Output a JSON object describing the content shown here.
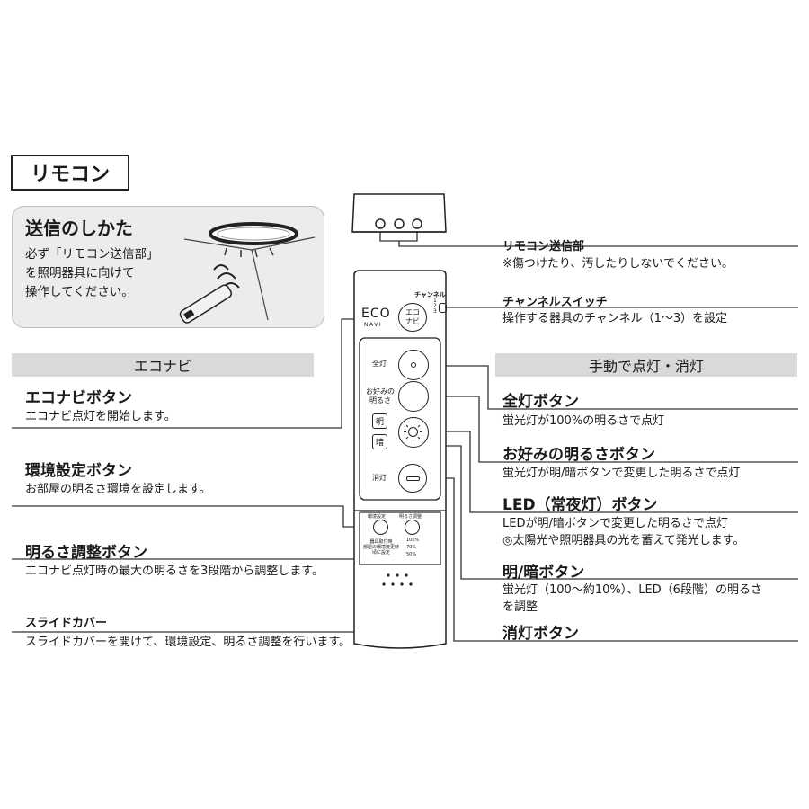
{
  "title": "リモコン",
  "how_to": {
    "title": "送信のしかた",
    "text": "必ず「リモコン送信部」\nを照明器具に向けて\n操作してください。"
  },
  "sections": {
    "left": "エコナビ",
    "right": "手動で点灯・消灯"
  },
  "callouts": {
    "transmitter": {
      "title": "リモコン送信部",
      "desc": "※傷つけたり、汚したりしないでください。"
    },
    "channel": {
      "title": "チャンネルスイッチ",
      "desc": "操作する器具のチャンネル（1〜3）を設定"
    },
    "econavi": {
      "title": "エコナビボタン",
      "desc": "エコナビ点灯を開始します。"
    },
    "env": {
      "title": "環境設定ボタン",
      "desc": "お部屋の明るさ環境を設定します。"
    },
    "brightness": {
      "title": "明るさ調整ボタン",
      "desc": "エコナビ点灯時の最大の明るさを3段階から調整します。"
    },
    "slide": {
      "title": "スライドカバー",
      "desc": "スライドカバーを開けて、環境設定、明るさ調整を行います。"
    },
    "all_on": {
      "title": "全灯ボタン",
      "desc": "蛍光灯が100%の明るさで点灯"
    },
    "favorite": {
      "title": "お好みの明るさボタン",
      "desc": "蛍光灯が明/暗ボタンで変更した明るさで点灯"
    },
    "led": {
      "title": "LED（常夜灯）ボタン",
      "desc": "LEDが明/暗ボタンで変更した明るさで点灯\n◎太陽光や照明器具の光を蓄えて発光します。"
    },
    "brightdark": {
      "title": "明/暗ボタン",
      "desc": "蛍光灯（100〜約10%）、LED（6段階）の明るさ\nを調整"
    },
    "off": {
      "title": "消灯ボタン",
      "desc": ""
    }
  },
  "remote": {
    "eco_logo": "ECO",
    "navi_logo": "NAVI",
    "channel_label": "チャンネル",
    "channel_numbers": [
      "1",
      "2",
      "3"
    ],
    "econavi_btn_top": "エコ",
    "econavi_btn_bottom": "ナビ",
    "all_on_label": "全灯",
    "favorite_label_1": "お好みの",
    "favorite_label_2": "明るさ",
    "bright_label": "明",
    "dark_label": "暗",
    "off_label": "消灯",
    "env_label": "環境設定",
    "adjust_label": "明るさ調整",
    "install_note_1": "器具取付時",
    "install_note_2": "部屋の環境變更時",
    "install_note_3": "頃に設定",
    "levels": [
      "100%",
      "70%",
      "50%"
    ]
  }
}
